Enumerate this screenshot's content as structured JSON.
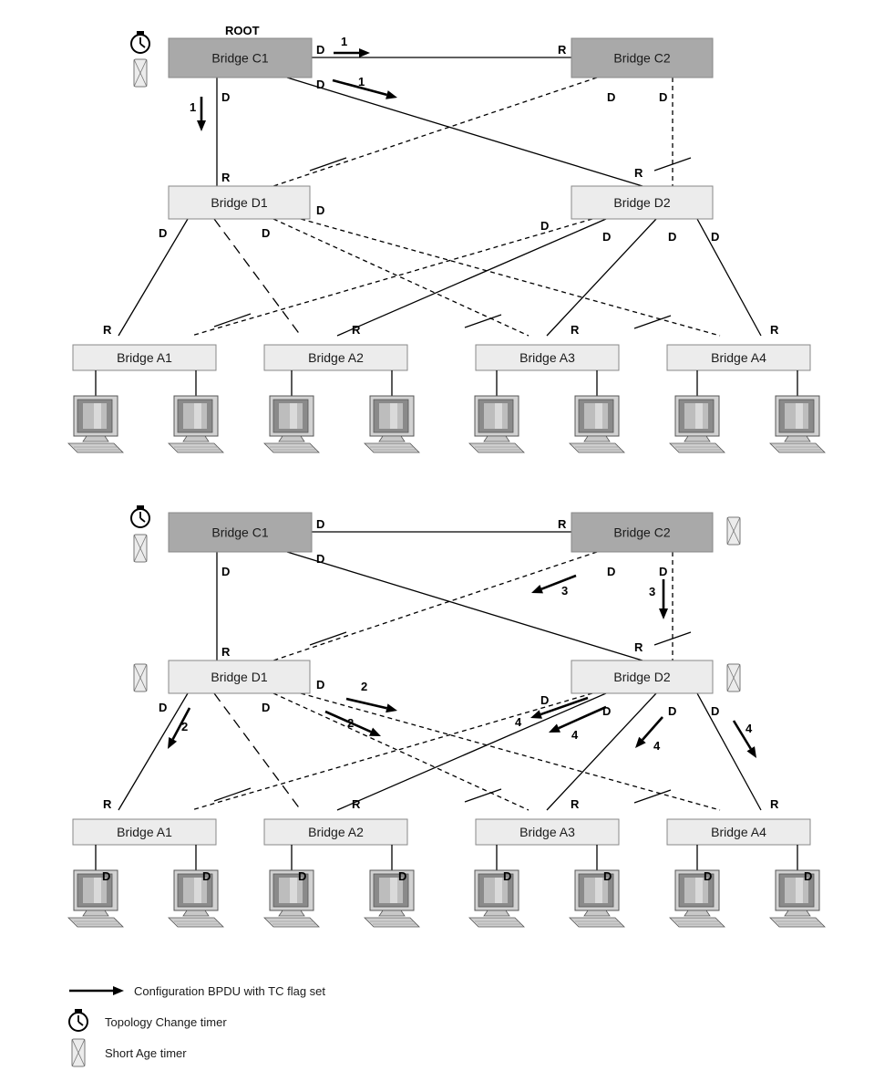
{
  "root_label": "ROOT",
  "bridges": {
    "C1": "Bridge C1",
    "C2": "Bridge C2",
    "D1": "Bridge D1",
    "D2": "Bridge D2",
    "A1": "Bridge A1",
    "A2": "Bridge A2",
    "A3": "Bridge A3",
    "A4": "Bridge A4"
  },
  "port_roles": {
    "designated": "D",
    "root": "R"
  },
  "step_numbers": {
    "s1": "1",
    "s2": "2",
    "s3": "3",
    "s4": "4"
  },
  "legend": {
    "bpdu": "Configuration BPDU with TC flag set",
    "tc_timer": "Topology Change timer",
    "short_age": "Short Age timer"
  },
  "colors": {
    "core_bridge_fill": "#a9a9a9",
    "bridge_fill": "#ececec",
    "line": "#000000",
    "border": "#888888"
  },
  "icons": [
    "stopwatch-icon",
    "hourglass-icon",
    "computer-icon",
    "arrow-icon"
  ]
}
